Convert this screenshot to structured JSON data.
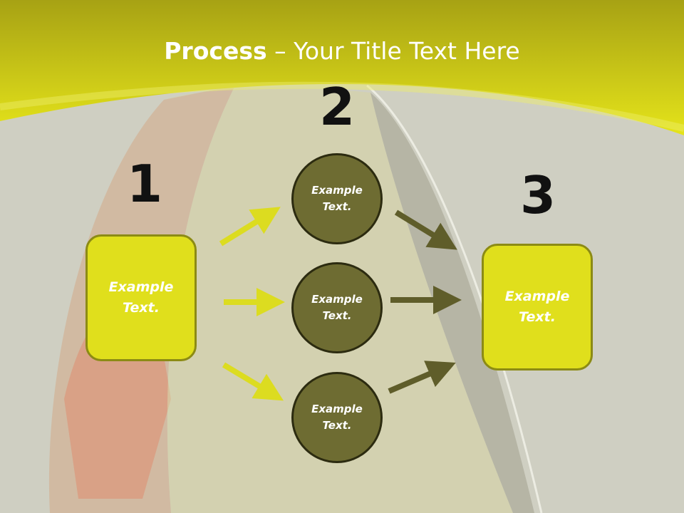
{
  "slide": {
    "title_bold": "Process",
    "title_rest": " – Your Title Text Here",
    "numbers": [
      "1",
      "2",
      "3"
    ],
    "left_box": "Example Text.",
    "right_box": "Example Text.",
    "circles": [
      "Example Text.",
      "Example Text.",
      "Example Text."
    ]
  },
  "colors": {
    "header_yellow": "#e1e11a",
    "box_yellow": "#e0df1c",
    "circle_olive": "#6e6c32",
    "arrow_yellow": "#dcdc20",
    "arrow_olive": "#5f5d2a"
  }
}
